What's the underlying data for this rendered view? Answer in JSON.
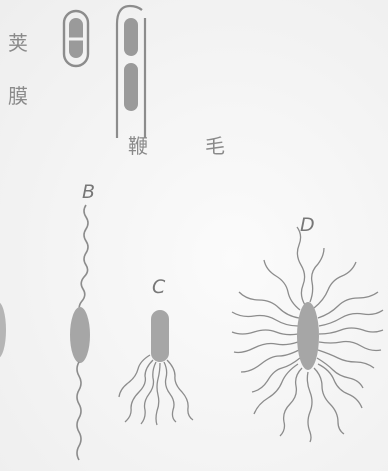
{
  "labels": {
    "capsule_char_1": "荚",
    "capsule_char_2": "膜",
    "flagellum_char_1": "鞭",
    "flagellum_char_2": "毛",
    "letter_b": "B",
    "letter_c": "C",
    "letter_d": "D"
  },
  "colors": {
    "cell": "#9a9a9a",
    "stroke": "#8c8c8c",
    "text": "#8a8a8a"
  }
}
